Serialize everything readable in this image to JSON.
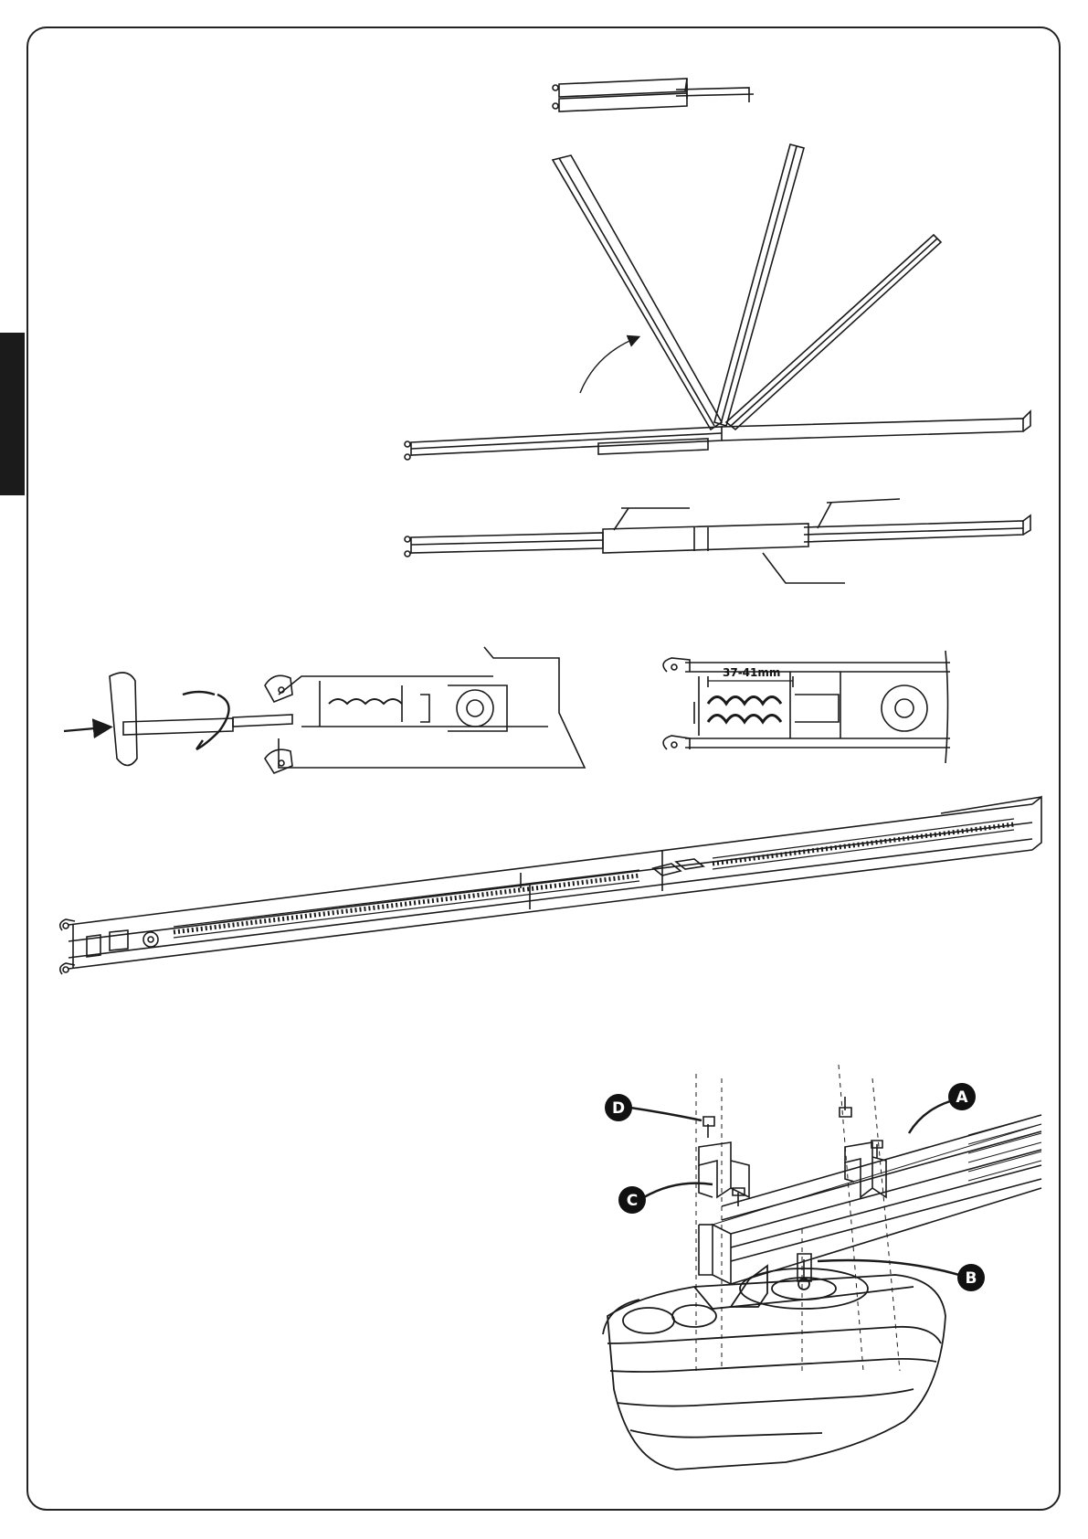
{
  "figures": {
    "spring_adjust": {
      "dimension_label": "37-41mm"
    },
    "motor_mounting": {
      "callouts": [
        {
          "letter": "A",
          "part": "rail"
        },
        {
          "letter": "B",
          "part": "drive-shaft-coupling"
        },
        {
          "letter": "C",
          "part": "bracket"
        },
        {
          "letter": "D",
          "part": "screw"
        }
      ]
    }
  },
  "colors": {
    "line": "#1a1a1a",
    "side_tab": "#1b1b1b",
    "callout_fill": "#111111"
  }
}
